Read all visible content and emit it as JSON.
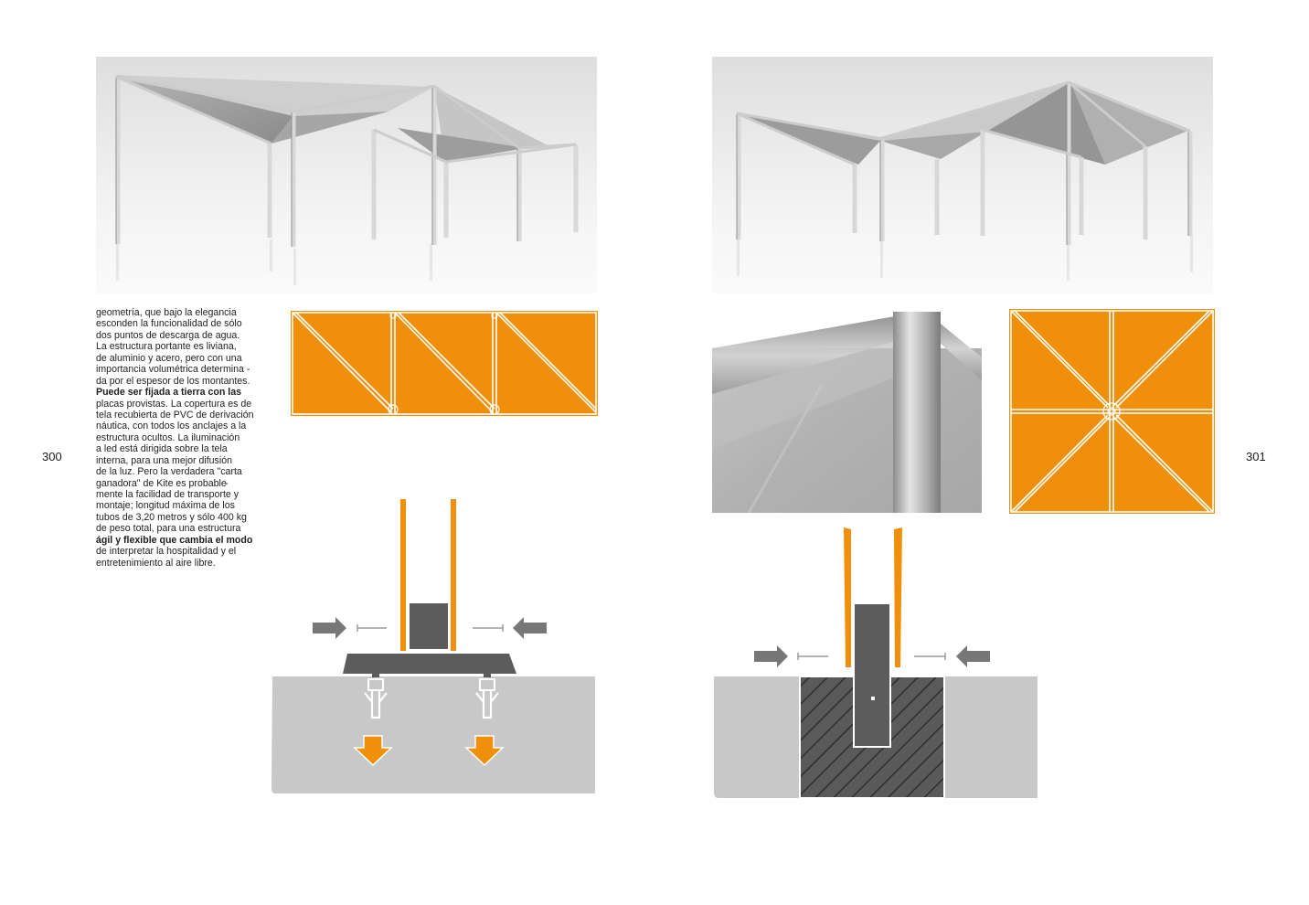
{
  "page_left_number": "300",
  "page_right_number": "301",
  "colors": {
    "accent": "#f0900a",
    "dark_gray": "#5c5c5c",
    "ground_gray": "#c8c8c8",
    "arrow_gray": "#777777"
  },
  "text_lines": [
    "geometría, que bajo la elegancia",
    "esconden la funcionalidad de sólo",
    "dos puntos de descarga de agua.",
    "La estructura portante es liviana,",
    "de aluminio y acero, pero con una",
    "importancia volumétrica determina",
    "da por el espesor de los montantes.",
    "Puede ser fijada a tierra con las",
    "placas provistas. La copertura es de",
    "tela recubierta de PVC de derivación",
    "náutica, con todos los anclajes a la",
    "estructura ocultos. La iluminación",
    "a led está dirigida sobre la tela",
    "interna, para una mejor difusión",
    "de la luz. Pero la verdadera \"carta",
    "ganadora\" de Kite es probable",
    "mente la facilidad de transporte y",
    "montaje; longitud máxima de los",
    "tubos de 3,20 metros y sólo 400 kg",
    "de peso total, para una estructura",
    "ágil y flexible que cambia el modo",
    "de interpretar la hospitalidad y el",
    "entretenimiento al aire libre."
  ],
  "hyphen": "-",
  "icons": {
    "arrow_push": "gray-arrow-icon",
    "arrow_down": "orange-down-arrow-icon",
    "screw": "screw-icon",
    "anchor": "anchor-bolt-icon"
  }
}
